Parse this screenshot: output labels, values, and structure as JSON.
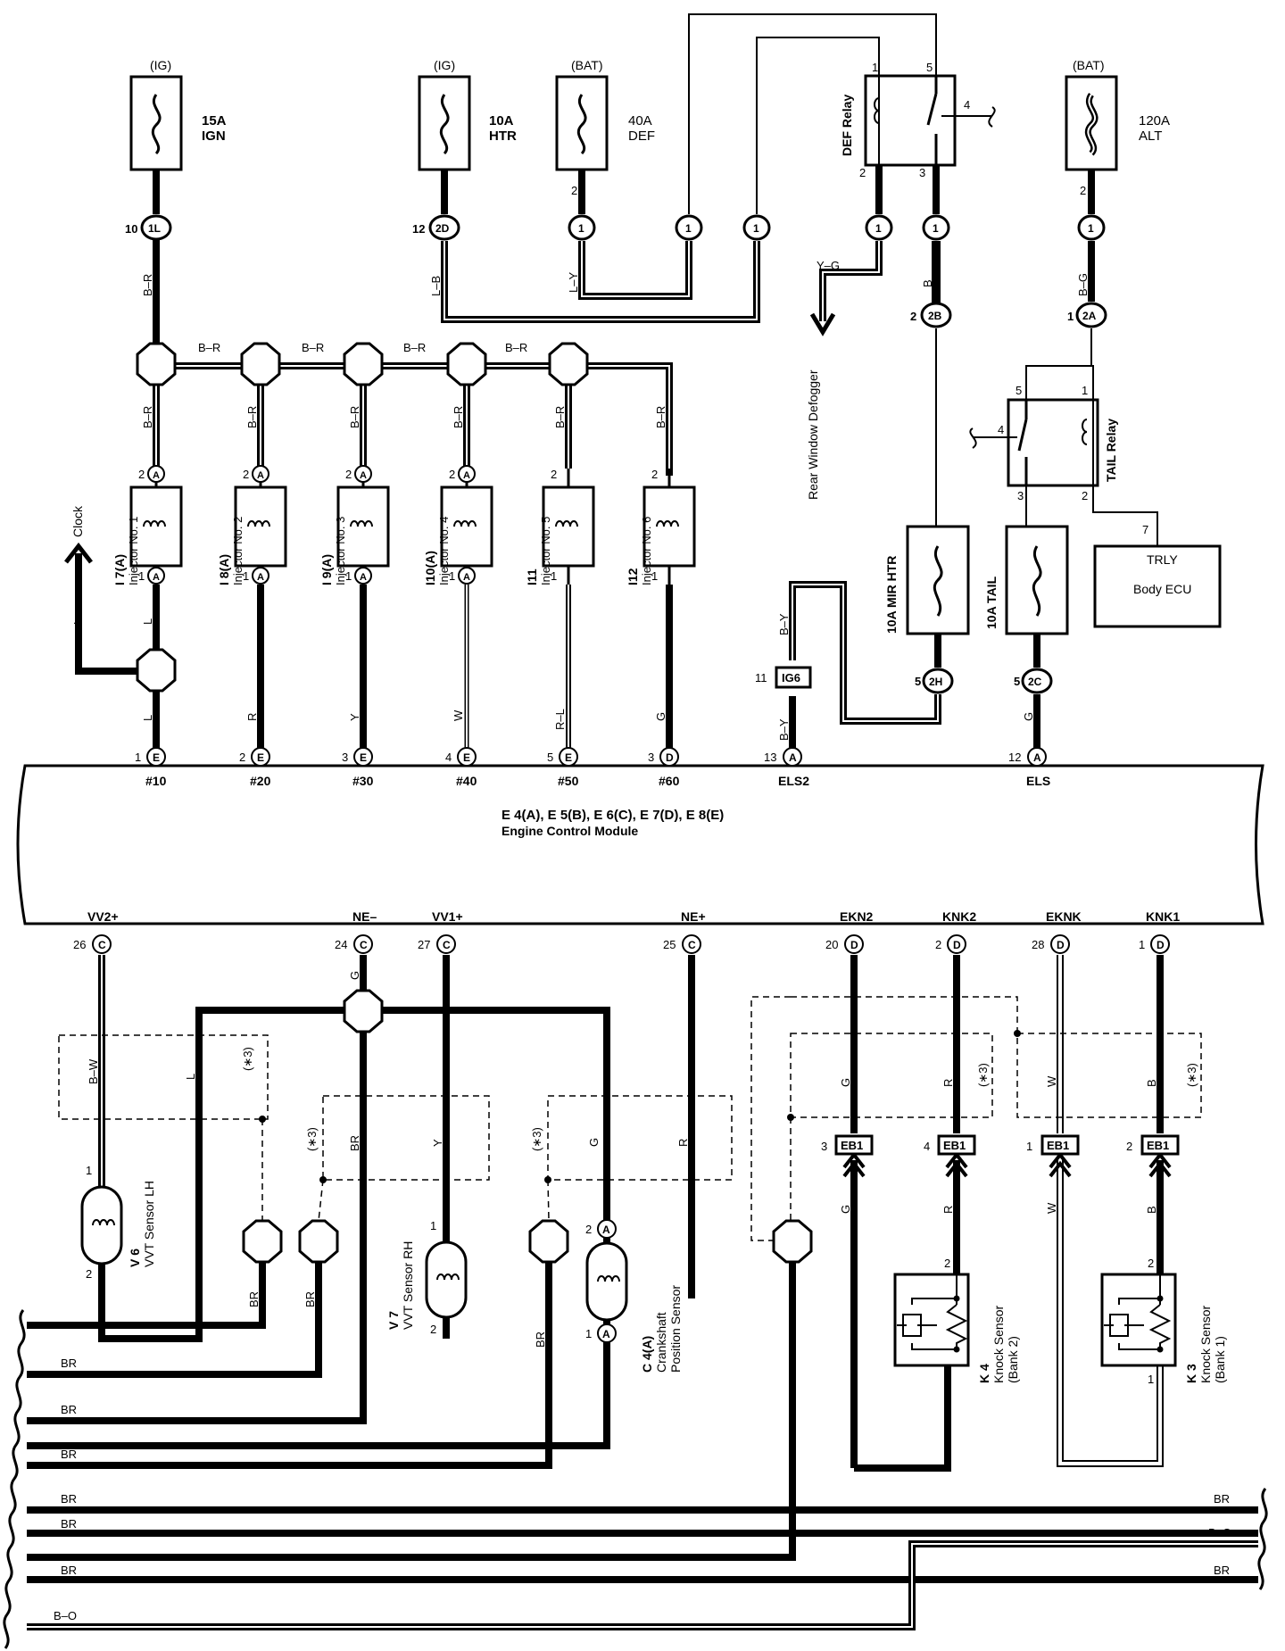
{
  "ecm": {
    "title": "E 4(A), E 5(B), E 6(C), E 7(D), E 8(E)",
    "subtitle": "Engine Control Module"
  },
  "fuses": [
    {
      "id": "ign",
      "source": "(IG)",
      "rating": "15A",
      "name": "IGN"
    },
    {
      "id": "htr",
      "source": "(IG)",
      "rating": "10A",
      "name": "HTR"
    },
    {
      "id": "def",
      "source": "(BAT)",
      "rating": "40A",
      "name": "DEF"
    },
    {
      "id": "alt",
      "source": "(BAT)",
      "rating": "120A",
      "name": "ALT"
    },
    {
      "id": "mir",
      "label": "10A MIR HTR"
    },
    {
      "id": "tail",
      "label": "10A TAIL"
    }
  ],
  "relays": {
    "def": {
      "label": "DEF Relay",
      "pins": [
        "1",
        "5",
        "4",
        "2",
        "3"
      ]
    },
    "tail": {
      "label": "TAIL Relay",
      "pins": [
        "5",
        "1",
        "4",
        "3",
        "2"
      ]
    }
  },
  "connectors": {
    "c1L": "1L",
    "c2D": "2D",
    "c2B": "2B",
    "c2A": "2A",
    "c2H": "2H",
    "c2C": "2C",
    "ig6": "IG6",
    "eb1": "EB1",
    "one": "1",
    "a": "A",
    "e": "E",
    "c": "C",
    "d": "D"
  },
  "wires": {
    "br": "B–R",
    "lb": "L–B",
    "ly": "L–Y",
    "yg": "Y–G",
    "b": "B",
    "bg": "B–G",
    "by": "B–Y",
    "l": "L",
    "r": "R",
    "y": "Y",
    "w": "W",
    "rl": "R–L",
    "g": "G",
    "bw": "B–W",
    "brn": "BR",
    "bo": "B–O"
  },
  "injectors": [
    {
      "code": "I 7(A)",
      "name": "Injector No. 1"
    },
    {
      "code": "I 8(A)",
      "name": "Injector No. 2"
    },
    {
      "code": "I 9(A)",
      "name": "Injector No. 3"
    },
    {
      "code": "I10(A)",
      "name": "Injector No. 4"
    },
    {
      "code": "I11",
      "name": "Injector No. 5"
    },
    {
      "code": "I12",
      "name": "Injector No. 6"
    }
  ],
  "ecm_top_terminals": [
    {
      "pin": "1",
      "conn": "E",
      "name": "#10"
    },
    {
      "pin": "2",
      "conn": "E",
      "name": "#20"
    },
    {
      "pin": "3",
      "conn": "E",
      "name": "#30"
    },
    {
      "pin": "4",
      "conn": "E",
      "name": "#40"
    },
    {
      "pin": "5",
      "conn": "E",
      "name": "#50"
    },
    {
      "pin": "3",
      "conn": "D",
      "name": "#60"
    },
    {
      "pin": "13",
      "conn": "A",
      "name": "ELS2"
    },
    {
      "pin": "12",
      "conn": "A",
      "name": "ELS"
    }
  ],
  "ecm_bottom_terminals": [
    {
      "pin": "26",
      "conn": "C",
      "name": "VV2+"
    },
    {
      "pin": "24",
      "conn": "C",
      "name": "NE–"
    },
    {
      "pin": "27",
      "conn": "C",
      "name": "VV1+"
    },
    {
      "pin": "25",
      "conn": "C",
      "name": "NE+"
    },
    {
      "pin": "20",
      "conn": "D",
      "name": "EKN2"
    },
    {
      "pin": "2",
      "conn": "D",
      "name": "KNK2"
    },
    {
      "pin": "28",
      "conn": "D",
      "name": "EKNK"
    },
    {
      "pin": "1",
      "conn": "D",
      "name": "KNK1"
    }
  ],
  "labels": {
    "clock": "Clock",
    "rear_defogger": "Rear Window Defogger",
    "trly": "TRLY",
    "body_ecu": "Body ECU",
    "shield_note": "(∗3)"
  },
  "sensors": {
    "v6": {
      "code": "V 6",
      "name": "VVT Sensor LH"
    },
    "v7": {
      "code": "V 7",
      "name": "VVT Sensor RH"
    },
    "c4": {
      "code": "C 4(A)",
      "name1": "Crankshaft",
      "name2": "Position Sensor"
    },
    "k4": {
      "code": "K 4",
      "name1": "Knock Sensor",
      "name2": "(Bank 2)"
    },
    "k3": {
      "code": "K 3",
      "name1": "Knock Sensor",
      "name2": "(Bank 1)"
    }
  },
  "pin_numbers": {
    "p1": "1",
    "p2": "2",
    "p3": "3",
    "p4": "4",
    "p5": "5",
    "p7": "7",
    "p10": "10",
    "p11": "11",
    "p12": "12"
  }
}
